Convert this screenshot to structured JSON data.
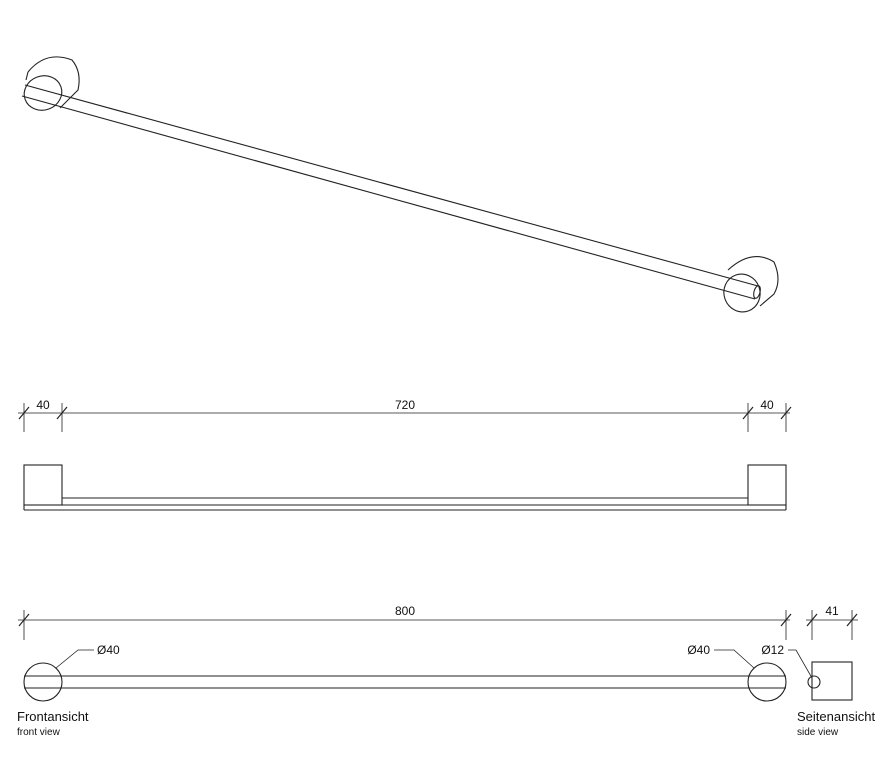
{
  "dimensions": {
    "top_left_mount": "40",
    "top_bar_length": "720",
    "top_right_mount": "40",
    "total_length": "800",
    "side_depth": "41",
    "left_mount_diameter": "Ø40",
    "right_mount_diameter": "Ø40",
    "bar_diameter": "Ø12"
  },
  "captions": {
    "front_title": "Frontansicht",
    "front_subtitle": "front view",
    "side_title": "Seitenansicht",
    "side_subtitle": "side view"
  }
}
